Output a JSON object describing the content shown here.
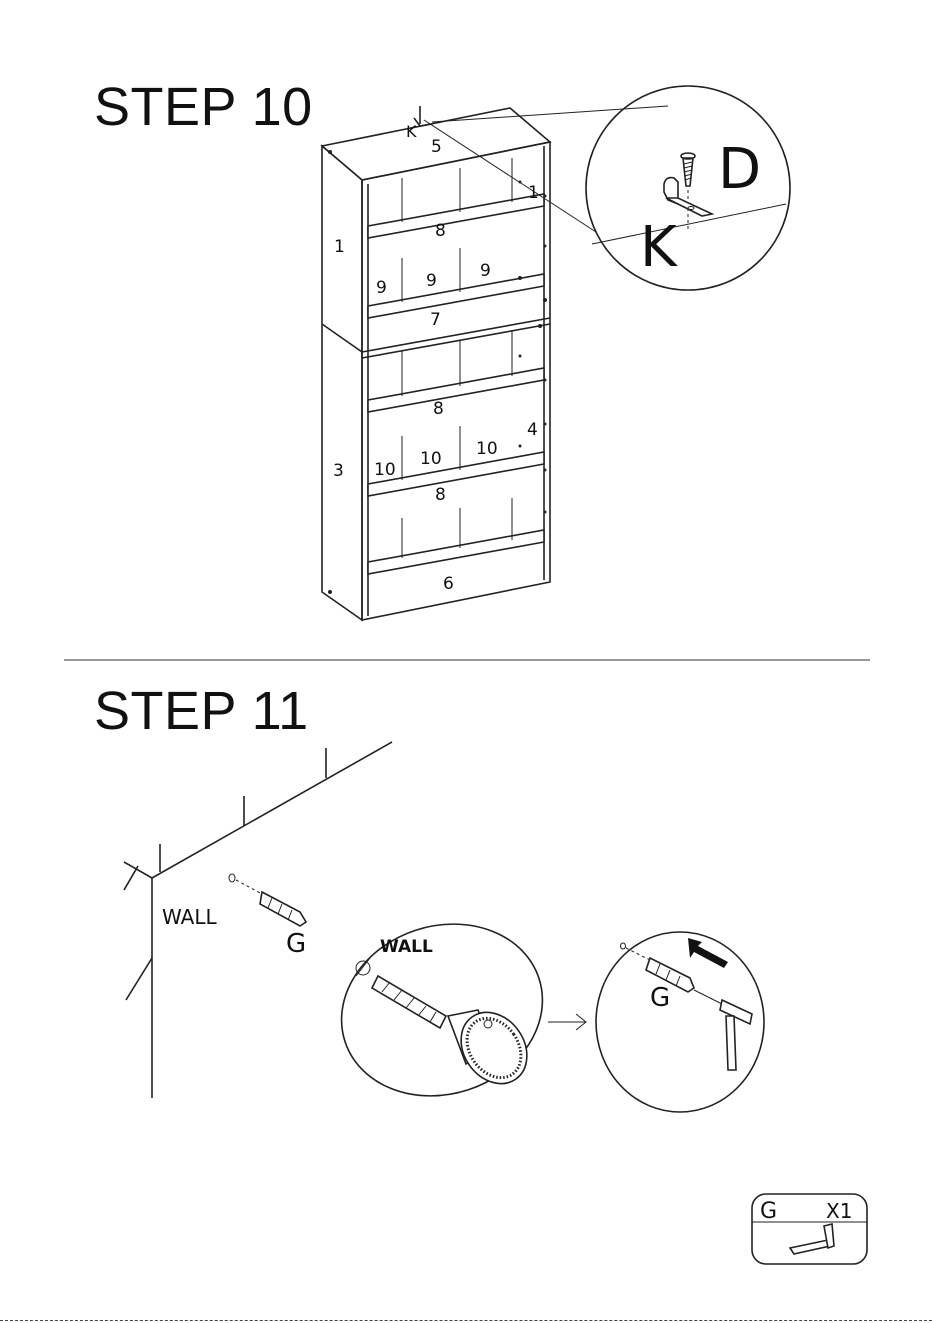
{
  "steps": [
    {
      "title": "STEP 10",
      "panel_labels": {
        "top": "5",
        "side_right": "1",
        "side_left_upper": "1",
        "side_left_lower": "3",
        "side_right_lower": "4",
        "shelf_upper": "8",
        "shelf_mid_upper": "7",
        "shelf_mid_lower": "8",
        "shelf_lower": "8",
        "bottom": "6",
        "divider_a": "9",
        "divider_b": "9",
        "divider_c": "9",
        "divider_d": "10",
        "divider_e": "10",
        "divider_f": "10"
      },
      "bracket_label": "K",
      "detail_labels": {
        "screw": "D",
        "bracket": "K"
      }
    },
    {
      "title": "STEP 11",
      "wall_label": "WALL",
      "anchor_label": "G",
      "drill_detail_label": "WALL",
      "insert_detail_label": "G"
    }
  ],
  "parts_box": {
    "part": "G",
    "quantity": "X1"
  }
}
